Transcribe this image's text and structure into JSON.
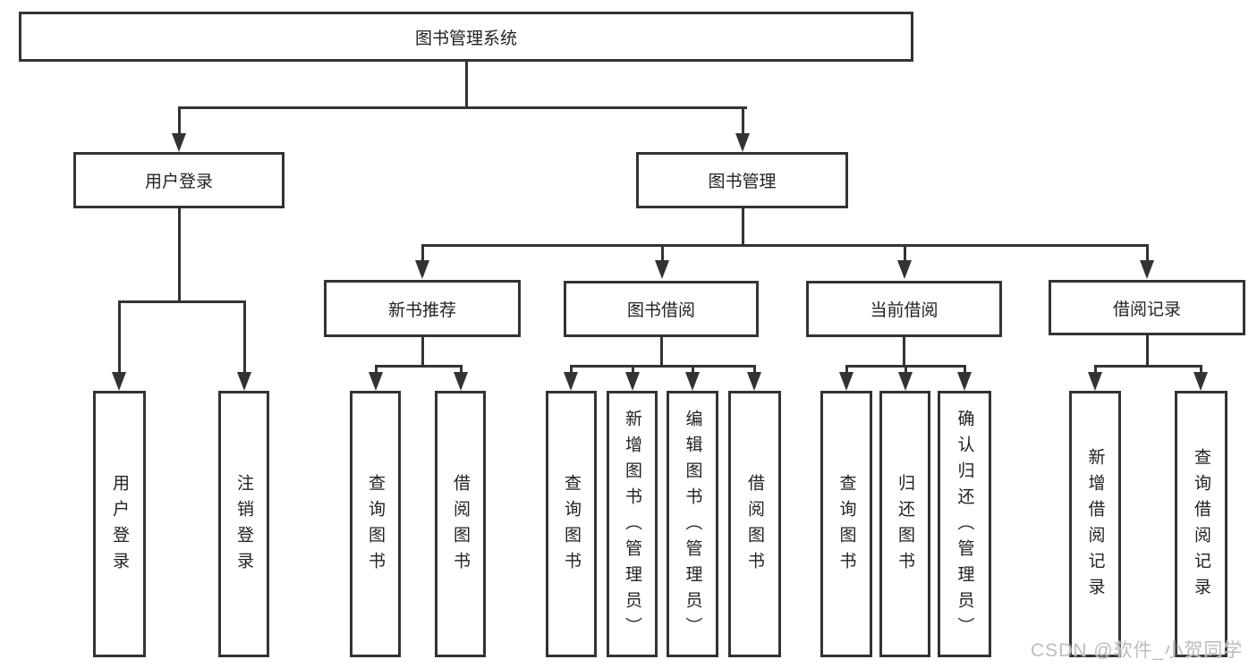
{
  "diagram": {
    "type": "hierarchy",
    "title": "图书管理系统"
  },
  "colors": {
    "line": "#333333",
    "text": "#222222",
    "background": "#ffffff",
    "watermark": "#bdbdbd"
  },
  "nodes": {
    "root": {
      "label": "图书管理系统"
    },
    "user_login": {
      "label": "用户登录"
    },
    "book_mgmt": {
      "label": "图书管理"
    },
    "new_book_rec": {
      "label": "新书推荐"
    },
    "book_borrow": {
      "label": "图书借阅"
    },
    "current_borrow": {
      "label": "当前借阅"
    },
    "borrow_record": {
      "label": "借阅记录"
    },
    "leaf_user_login": {
      "label": "用户登录"
    },
    "leaf_logout": {
      "label": "注销登录"
    },
    "leaf_query_book_rec": {
      "label": "查询图书"
    },
    "leaf_borrow_book_rec": {
      "label": "借阅图书"
    },
    "leaf_query_book_borrow": {
      "label": "查询图书"
    },
    "leaf_add_book_admin": {
      "label": "新增图书（管理员）"
    },
    "leaf_edit_book_admin": {
      "label": "编辑图书（管理员）"
    },
    "leaf_borrow_book_borrow": {
      "label": "借阅图书"
    },
    "leaf_query_book_current": {
      "label": "查询图书"
    },
    "leaf_return_book": {
      "label": "归还图书"
    },
    "leaf_confirm_return_admin": {
      "label": "确认归还（管理员）"
    },
    "leaf_add_borrow_record": {
      "label": "新增借阅记录"
    },
    "leaf_query_borrow_record": {
      "label": "查询借阅记录"
    }
  },
  "watermark": {
    "text": "CSDN @软件_小贺同学"
  }
}
